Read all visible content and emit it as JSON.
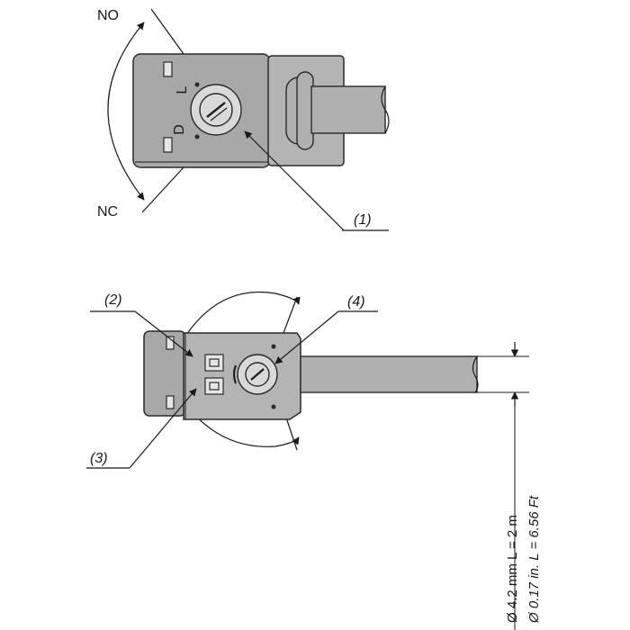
{
  "top_view": {
    "no_label": "NO",
    "nc_label": "NC",
    "dial_letter_l": "L",
    "dial_letter_d": "D",
    "callout_1": "(1)"
  },
  "bottom_view": {
    "callout_2": "(2)",
    "callout_3": "(3)",
    "callout_4": "(4)"
  },
  "cable_dims": {
    "metric": "Ø 4.2 mm  L = 2 m",
    "imperial": "Ø 0.17 in.  L = 6.56 Ft"
  }
}
